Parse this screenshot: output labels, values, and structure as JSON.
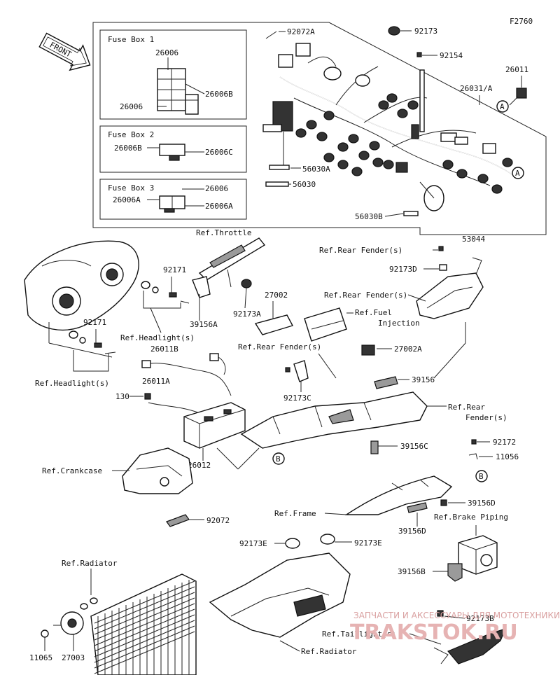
{
  "figure_code": "F2760",
  "front_label": "FRONT",
  "fuse_boxes": [
    {
      "title": "Fuse Box 1",
      "parts": [
        "26006",
        "26006B",
        "26006"
      ]
    },
    {
      "title": "Fuse Box 2",
      "parts": [
        "26006B",
        "26006C"
      ]
    },
    {
      "title": "Fuse Box 3",
      "parts": [
        "26006",
        "26006A",
        "26006A"
      ]
    }
  ],
  "callouts": {
    "p92072A": "92072A",
    "p92173_top": "92173",
    "p92154": "92154",
    "p26011": "26011",
    "p26031A": "26031/A",
    "p56030A": "56030A",
    "p56030": "56030",
    "p56030B": "56030B",
    "ref_throttle": "Ref.Throttle",
    "ref_rear_fender_1": "Ref.Rear Fender(s)",
    "p53044": "53044",
    "p92173D": "92173D",
    "ref_rear_fender_2": "Ref.Rear Fender(s)",
    "p92171_a": "92171",
    "p27002": "27002",
    "ref_fuel_1": "Ref.Fuel",
    "ref_fuel_2": "Injection",
    "p92173A": "92173A",
    "p39156A": "39156A",
    "p92171_b": "92171",
    "ref_headlight_1": "Ref.Headlight(s)",
    "p26011B": "26011B",
    "ref_rear_fender_3": "Ref.Rear Fender(s)",
    "p27002A": "27002A",
    "ref_headlight_2": "Ref.Headlight(s)",
    "p26011A": "26011A",
    "p39156": "39156",
    "p92173C": "92173C",
    "p130": "130",
    "ref_rear_fender_4a": "Ref.Rear",
    "ref_rear_fender_4b": "Fender(s)",
    "p39156C": "39156C",
    "p92172": "92172",
    "p11056": "11056",
    "ref_crankcase": "Ref.Crankcase",
    "p26012": "26012",
    "p39156D_a": "39156D",
    "ref_frame": "Ref.Frame",
    "ref_brake": "Ref.Brake Piping",
    "p92072": "92072",
    "p39156D_b": "39156D",
    "p92173E_a": "92173E",
    "p92173E_b": "92173E",
    "ref_radiator_1": "Ref.Radiator",
    "p39156B": "39156B",
    "p92173B": "92173B",
    "ref_taillight": "Ref.Taillight(s)",
    "p11065": "11065",
    "p27003": "27003",
    "ref_radiator_2": "Ref.Radiator"
  },
  "markers": {
    "A1": "A",
    "A2": "A",
    "B1": "B",
    "B2": "B"
  },
  "watermark": {
    "line1": "ЗАПЧАСТИ И АКСЕССУАРЫ ДЛЯ МОТОТЕХНИКИ",
    "line2": "TRAKSTOK.RU"
  }
}
